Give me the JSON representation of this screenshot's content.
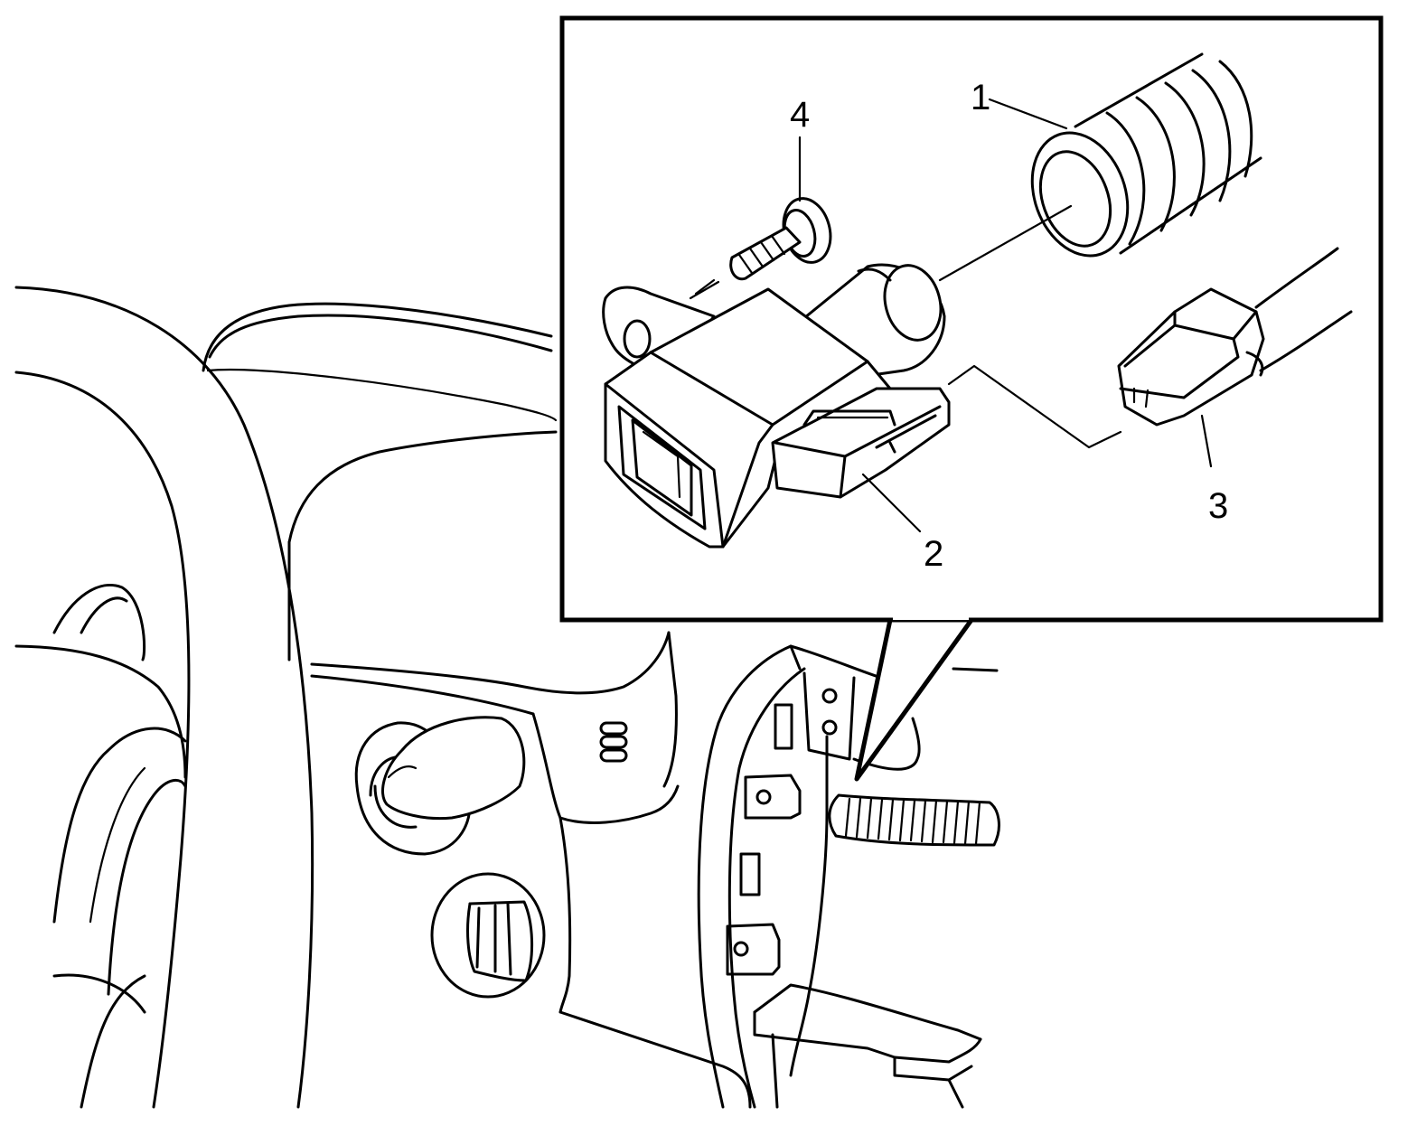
{
  "callouts": [
    {
      "id": "1",
      "text": "1"
    },
    {
      "id": "2",
      "text": "2"
    },
    {
      "id": "3",
      "text": "3"
    },
    {
      "id": "4",
      "text": "4"
    }
  ],
  "colors": {
    "line": "#000000",
    "background": "#ffffff"
  }
}
